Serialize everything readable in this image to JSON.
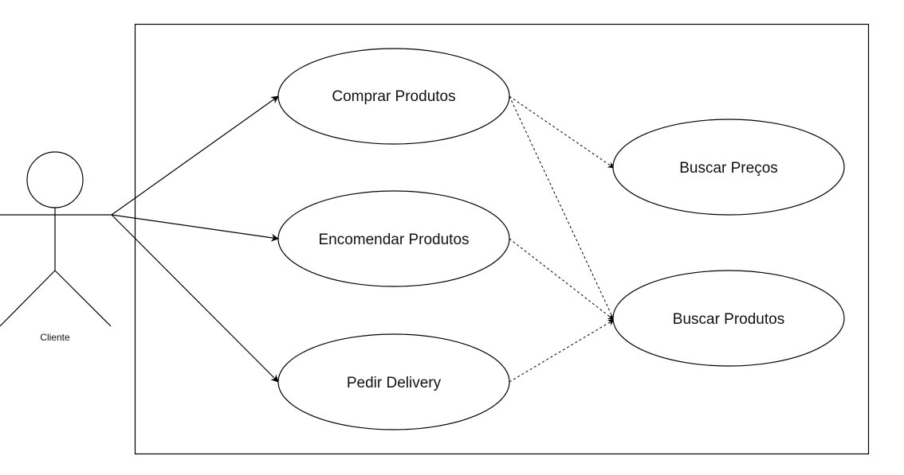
{
  "actor": {
    "label": "Cliente"
  },
  "use_cases": {
    "comprar": "Comprar Produtos",
    "encomendar": "Encomendar Produtos",
    "pedir_delivery": "Pedir Delivery",
    "buscar_precos": "Buscar Preços",
    "buscar_produtos": "Buscar Produtos"
  },
  "colors": {
    "stroke": "#000000",
    "fill": "#ffffff",
    "text": "#111111"
  }
}
